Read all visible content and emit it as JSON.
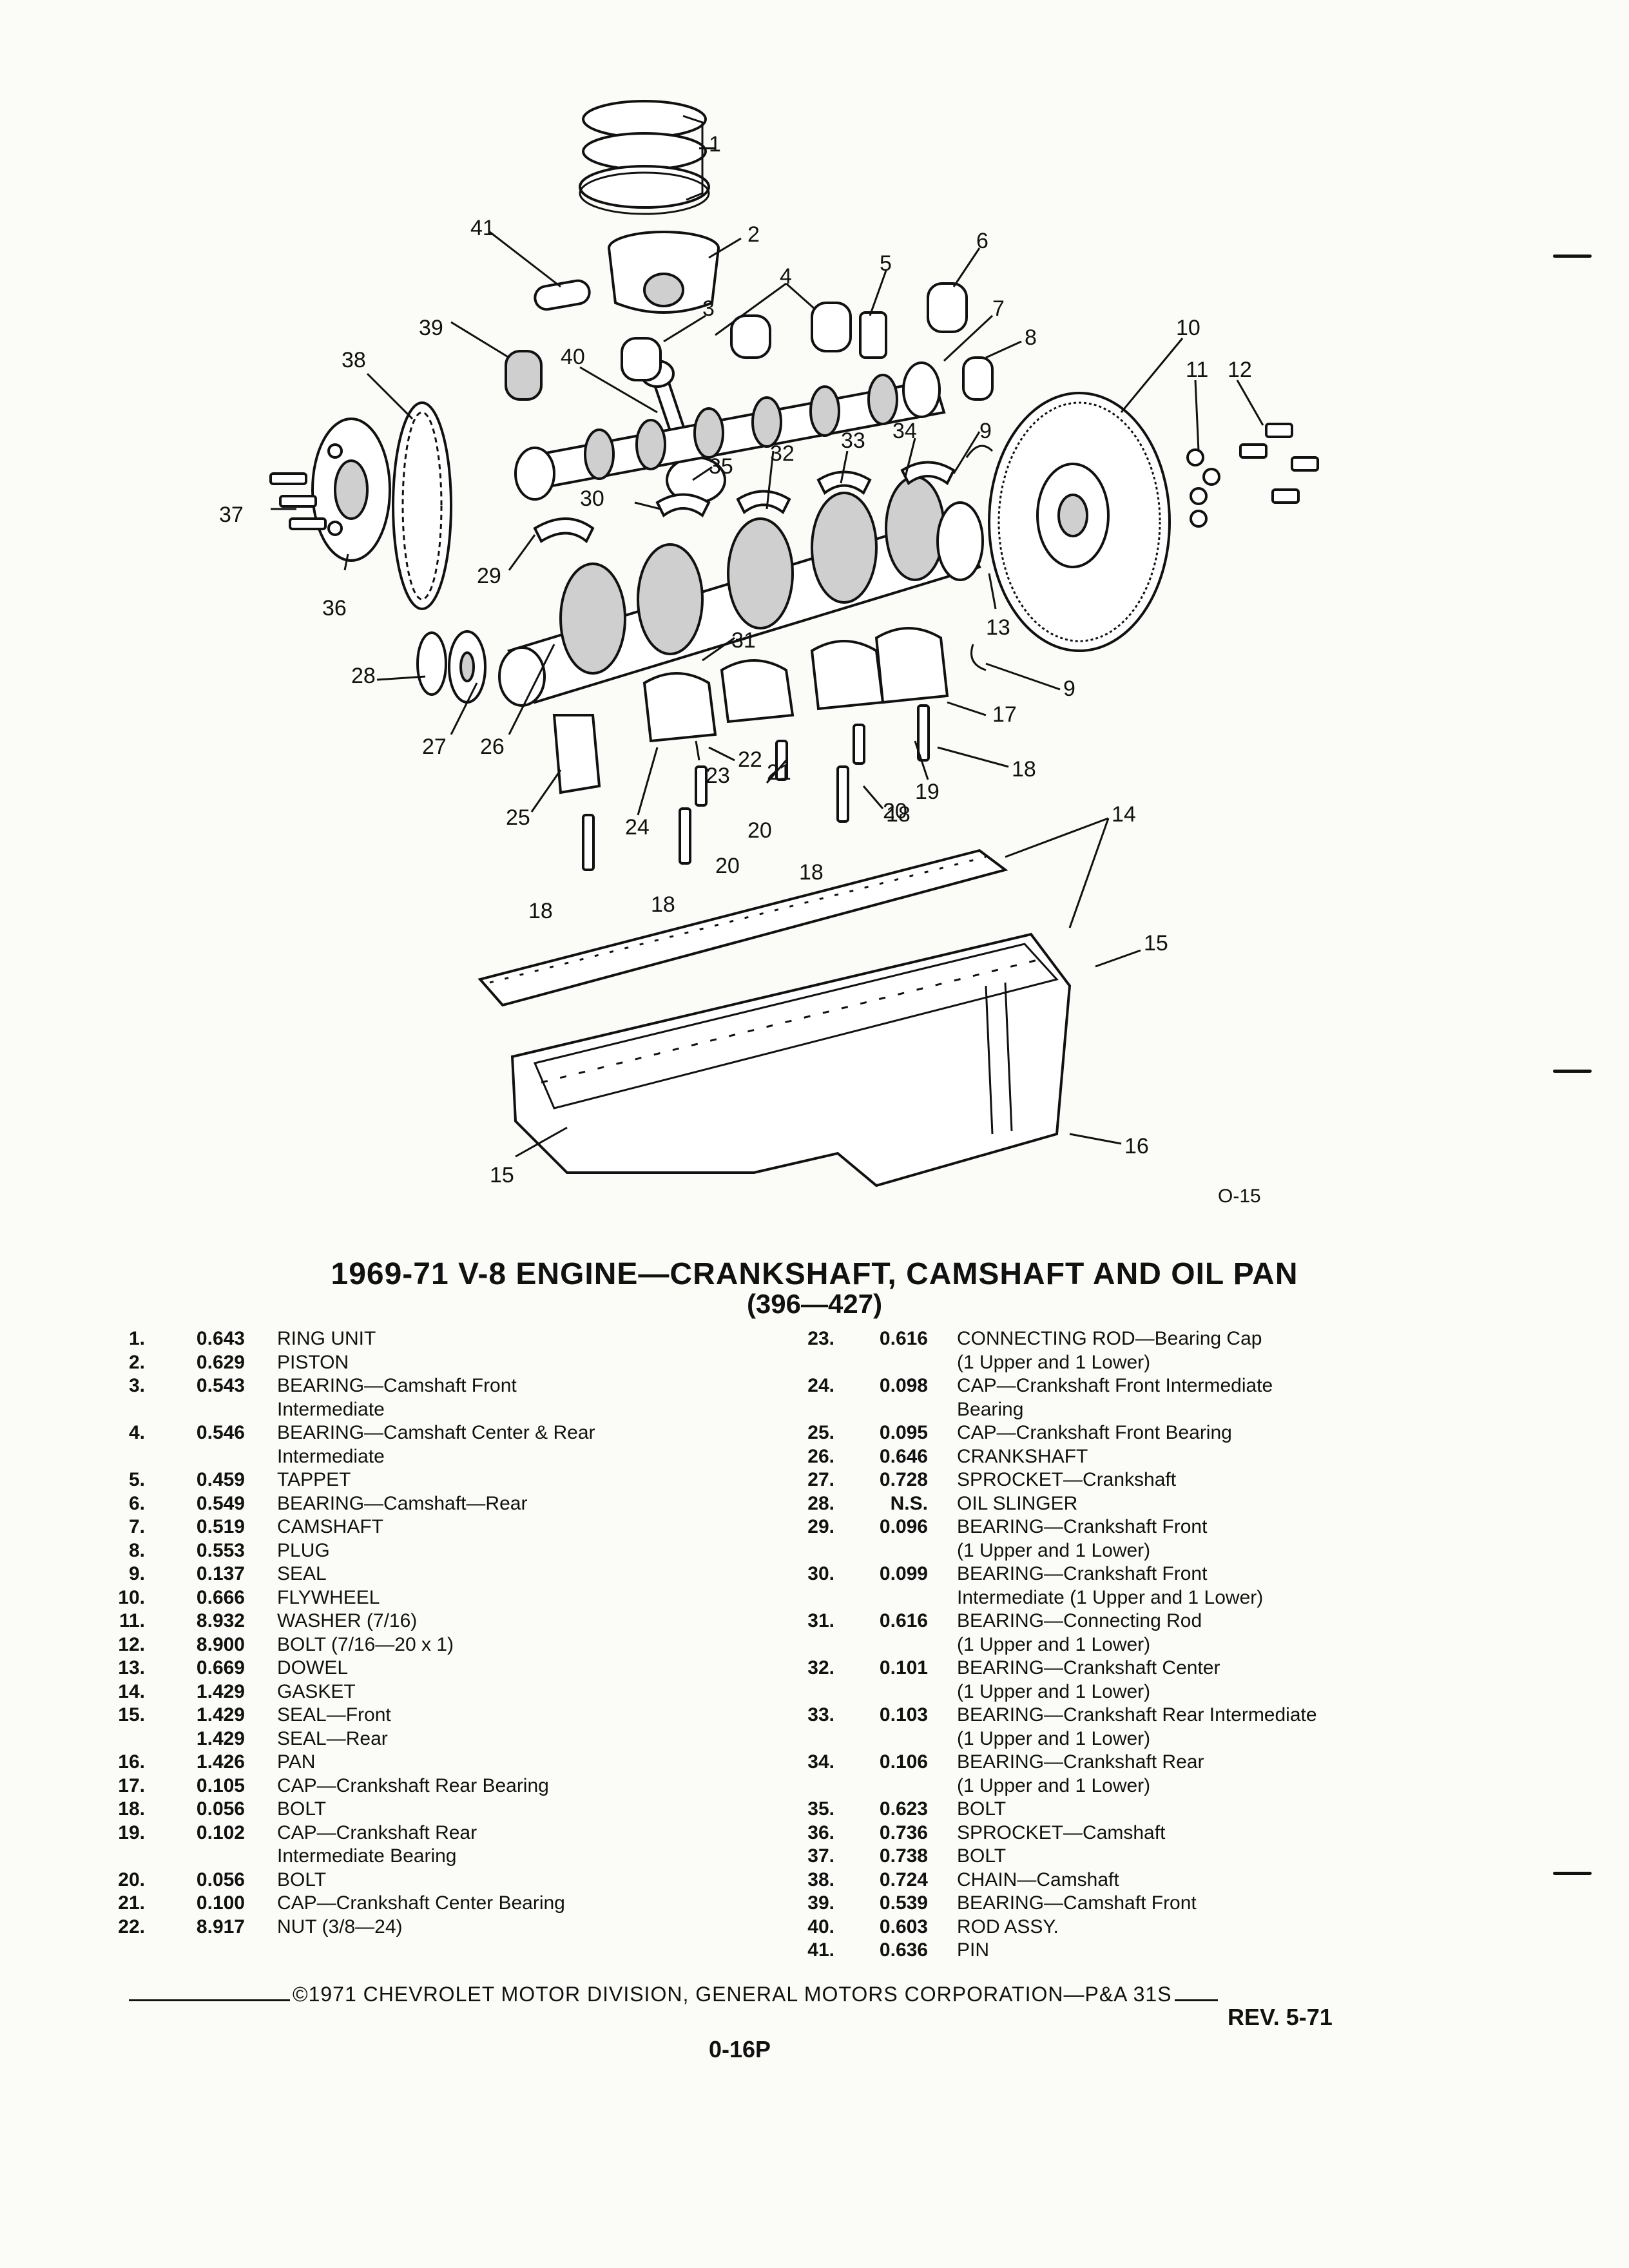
{
  "figure": {
    "code": "O-15",
    "callouts": [
      "1",
      "2",
      "3",
      "4",
      "5",
      "6",
      "7",
      "8",
      "9",
      "10",
      "11",
      "12",
      "13",
      "14",
      "15",
      "16",
      "17",
      "18",
      "19",
      "20",
      "21",
      "22",
      "23",
      "24",
      "25",
      "26",
      "27",
      "28",
      "29",
      "30",
      "31",
      "32",
      "33",
      "34",
      "35",
      "36",
      "37",
      "38",
      "39",
      "40",
      "41"
    ]
  },
  "title": "1969-71 V-8 ENGINE—CRANKSHAFT, CAMSHAFT AND OIL PAN",
  "subtitle": "(396—427)",
  "parts_left": [
    {
      "num": "1.",
      "part": "0.643",
      "desc": "RING UNIT"
    },
    {
      "num": "2.",
      "part": "0.629",
      "desc": "PISTON"
    },
    {
      "num": "3.",
      "part": "0.543",
      "desc": "BEARING—Camshaft Front"
    },
    {
      "num": "",
      "part": "",
      "desc": "Intermediate"
    },
    {
      "num": "4.",
      "part": "0.546",
      "desc": "BEARING—Camshaft Center & Rear"
    },
    {
      "num": "",
      "part": "",
      "desc": "Intermediate"
    },
    {
      "num": "5.",
      "part": "0.459",
      "desc": "TAPPET"
    },
    {
      "num": "6.",
      "part": "0.549",
      "desc": "BEARING—Camshaft—Rear"
    },
    {
      "num": "7.",
      "part": "0.519",
      "desc": "CAMSHAFT"
    },
    {
      "num": "8.",
      "part": "0.553",
      "desc": "PLUG"
    },
    {
      "num": "9.",
      "part": "0.137",
      "desc": "SEAL"
    },
    {
      "num": "10.",
      "part": "0.666",
      "desc": "FLYWHEEL"
    },
    {
      "num": "11.",
      "part": "8.932",
      "desc": "WASHER (7/16)"
    },
    {
      "num": "12.",
      "part": "8.900",
      "desc": "BOLT (7/16—20 x 1)"
    },
    {
      "num": "13.",
      "part": "0.669",
      "desc": "DOWEL"
    },
    {
      "num": "14.",
      "part": "1.429",
      "desc": "GASKET"
    },
    {
      "num": "15.",
      "part": "1.429",
      "desc": "SEAL—Front"
    },
    {
      "num": "",
      "part": "1.429",
      "desc": "SEAL—Rear"
    },
    {
      "num": "16.",
      "part": "1.426",
      "desc": "PAN"
    },
    {
      "num": "17.",
      "part": "0.105",
      "desc": "CAP—Crankshaft Rear Bearing"
    },
    {
      "num": "18.",
      "part": "0.056",
      "desc": "BOLT"
    },
    {
      "num": "19.",
      "part": "0.102",
      "desc": "CAP—Crankshaft Rear"
    },
    {
      "num": "",
      "part": "",
      "desc": "Intermediate Bearing"
    },
    {
      "num": "20.",
      "part": "0.056",
      "desc": "BOLT"
    },
    {
      "num": "21.",
      "part": "0.100",
      "desc": "CAP—Crankshaft Center Bearing"
    },
    {
      "num": "22.",
      "part": "8.917",
      "desc": "NUT (3/8—24)"
    }
  ],
  "parts_right": [
    {
      "num": "23.",
      "part": "0.616",
      "desc": "CONNECTING ROD—Bearing Cap"
    },
    {
      "num": "",
      "part": "",
      "desc": "(1 Upper and 1 Lower)"
    },
    {
      "num": "24.",
      "part": "0.098",
      "desc": "CAP—Crankshaft Front Intermediate"
    },
    {
      "num": "",
      "part": "",
      "desc": "Bearing"
    },
    {
      "num": "25.",
      "part": "0.095",
      "desc": "CAP—Crankshaft Front Bearing"
    },
    {
      "num": "26.",
      "part": "0.646",
      "desc": "CRANKSHAFT"
    },
    {
      "num": "27.",
      "part": "0.728",
      "desc": "SPROCKET—Crankshaft"
    },
    {
      "num": "28.",
      "part": "N.S.",
      "desc": "OIL SLINGER"
    },
    {
      "num": "29.",
      "part": "0.096",
      "desc": "BEARING—Crankshaft Front"
    },
    {
      "num": "",
      "part": "",
      "desc": "(1 Upper and 1 Lower)"
    },
    {
      "num": "30.",
      "part": "0.099",
      "desc": "BEARING—Crankshaft Front"
    },
    {
      "num": "",
      "part": "",
      "desc": "Intermediate (1 Upper and 1 Lower)"
    },
    {
      "num": "31.",
      "part": "0.616",
      "desc": "BEARING—Connecting Rod"
    },
    {
      "num": "",
      "part": "",
      "desc": "(1 Upper and 1 Lower)"
    },
    {
      "num": "32.",
      "part": "0.101",
      "desc": "BEARING—Crankshaft Center"
    },
    {
      "num": "",
      "part": "",
      "desc": "(1 Upper and 1 Lower)"
    },
    {
      "num": "33.",
      "part": "0.103",
      "desc": "BEARING—Crankshaft Rear Intermediate"
    },
    {
      "num": "",
      "part": "",
      "desc": "(1 Upper and 1 Lower)"
    },
    {
      "num": "34.",
      "part": "0.106",
      "desc": "BEARING—Crankshaft Rear"
    },
    {
      "num": "",
      "part": "",
      "desc": "(1 Upper and 1 Lower)"
    },
    {
      "num": "35.",
      "part": "0.623",
      "desc": "BOLT"
    },
    {
      "num": "36.",
      "part": "0.736",
      "desc": "SPROCKET—Camshaft"
    },
    {
      "num": "37.",
      "part": "0.738",
      "desc": "BOLT"
    },
    {
      "num": "38.",
      "part": "0.724",
      "desc": "CHAIN—Camshaft"
    },
    {
      "num": "39.",
      "part": "0.539",
      "desc": "BEARING—Camshaft Front"
    },
    {
      "num": "40.",
      "part": "0.603",
      "desc": "ROD ASSY."
    },
    {
      "num": "41.",
      "part": "0.636",
      "desc": "PIN"
    }
  ],
  "footer": {
    "copyright": "©1971 CHEVROLET MOTOR DIVISION, GENERAL MOTORS CORPORATION—P&A 31S",
    "revision": "REV. 5-71",
    "page": "0-16P"
  }
}
